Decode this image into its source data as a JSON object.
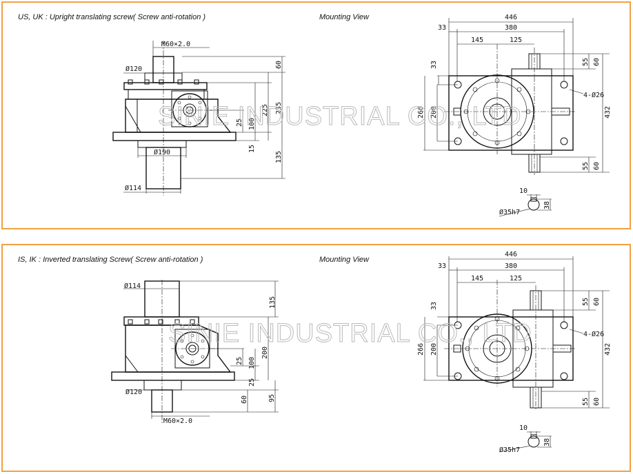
{
  "watermark": "SINIE INDUSTRIAL CO., LTD",
  "panels": [
    {
      "title": "US, UK : Upright translating screw( Screw anti-rotation )",
      "mount_label": "Mounting View",
      "side_dims": {
        "thread": "M60×2.0",
        "d_top": "Ø120",
        "d_flange": "Ø190",
        "d_bottom": "Ø114",
        "h60": "60",
        "h225": "225",
        "h235": "235",
        "h25": "25",
        "h100": "100",
        "h15": "15",
        "h135": "135"
      },
      "plan_dims": {
        "w446": "446",
        "w380": "380",
        "w33": "33",
        "w145": "145",
        "w125": "125",
        "h33": "33",
        "h266": "266",
        "h200": "200",
        "h432": "432",
        "s55a": "55",
        "s60a": "60",
        "s55b": "55",
        "s60b": "60",
        "holes": "4-Ø26",
        "key10": "10",
        "key38": "38",
        "shaft": "Ø35h7"
      }
    },
    {
      "title": "IS, IK : Inverted translating Screw( Screw anti-rotation )",
      "mount_label": "Mounting View",
      "side_dims": {
        "d_top": "Ø114",
        "h135": "135",
        "h25": "25",
        "h100": "100",
        "h200": "200",
        "h25b": "25",
        "d_bottom": "Ø120",
        "h60": "60",
        "h95": "95",
        "thread": "M60×2.0"
      },
      "plan_dims": {
        "w446": "446",
        "w380": "380",
        "w33": "33",
        "w145": "145",
        "w125": "125",
        "h33": "33",
        "h266": "266",
        "h200": "200",
        "h432": "432",
        "s55a": "55",
        "s60a": "60",
        "s55b": "55",
        "s60b": "60",
        "holes": "4-Ø26",
        "key10": "10",
        "key38": "38",
        "shaft": "Ø35h7"
      }
    }
  ]
}
